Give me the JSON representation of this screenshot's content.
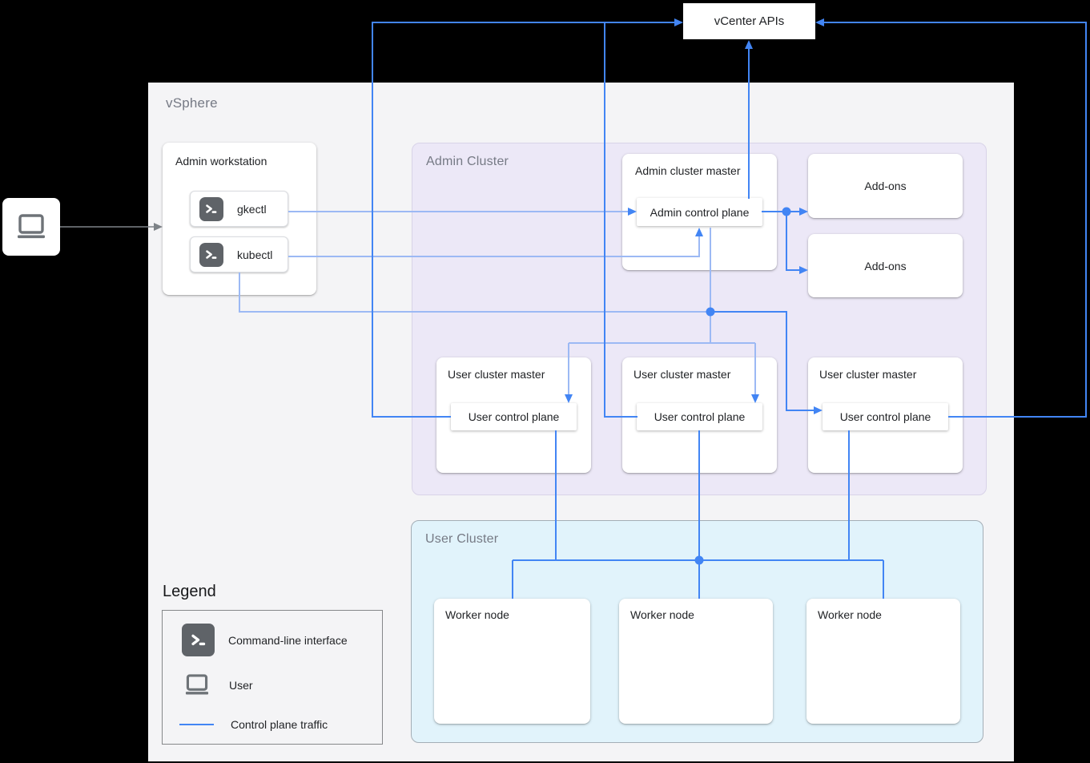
{
  "colors": {
    "accent_blue": "#4285f4",
    "light_blue_line": "#9cb9f4",
    "gray_arrow": "#7d8287",
    "admin_cluster_bg": "#ece8f7",
    "user_cluster_bg": "#e1f3fb",
    "vsphere_panel_bg": "#f4f4f6",
    "icon_gray": "#5f6368",
    "canvas_bg": "#000000"
  },
  "vcenter": {
    "label": "vCenter APIs"
  },
  "vsphere": {
    "label": "vSphere"
  },
  "admin_workstation": {
    "title": "Admin workstation",
    "tools": [
      {
        "label": "gkectl"
      },
      {
        "label": "kubectl"
      }
    ]
  },
  "admin_cluster": {
    "label": "Admin Cluster",
    "master": {
      "title": "Admin cluster master",
      "control_plane": "Admin control plane"
    },
    "addons": [
      {
        "label": "Add-ons"
      },
      {
        "label": "Add-ons"
      }
    ],
    "user_masters": [
      {
        "title": "User cluster master",
        "control_plane": "User control plane"
      },
      {
        "title": "User cluster master",
        "control_plane": "User control plane"
      },
      {
        "title": "User cluster master",
        "control_plane": "User control plane"
      }
    ]
  },
  "user_cluster": {
    "label": "User Cluster",
    "workers": [
      {
        "label": "Worker node"
      },
      {
        "label": "Worker node"
      },
      {
        "label": "Worker node"
      }
    ]
  },
  "legend": {
    "title": "Legend",
    "items": [
      {
        "label": "Command-line interface"
      },
      {
        "label": "User"
      },
      {
        "label": "Control plane traffic"
      }
    ]
  }
}
